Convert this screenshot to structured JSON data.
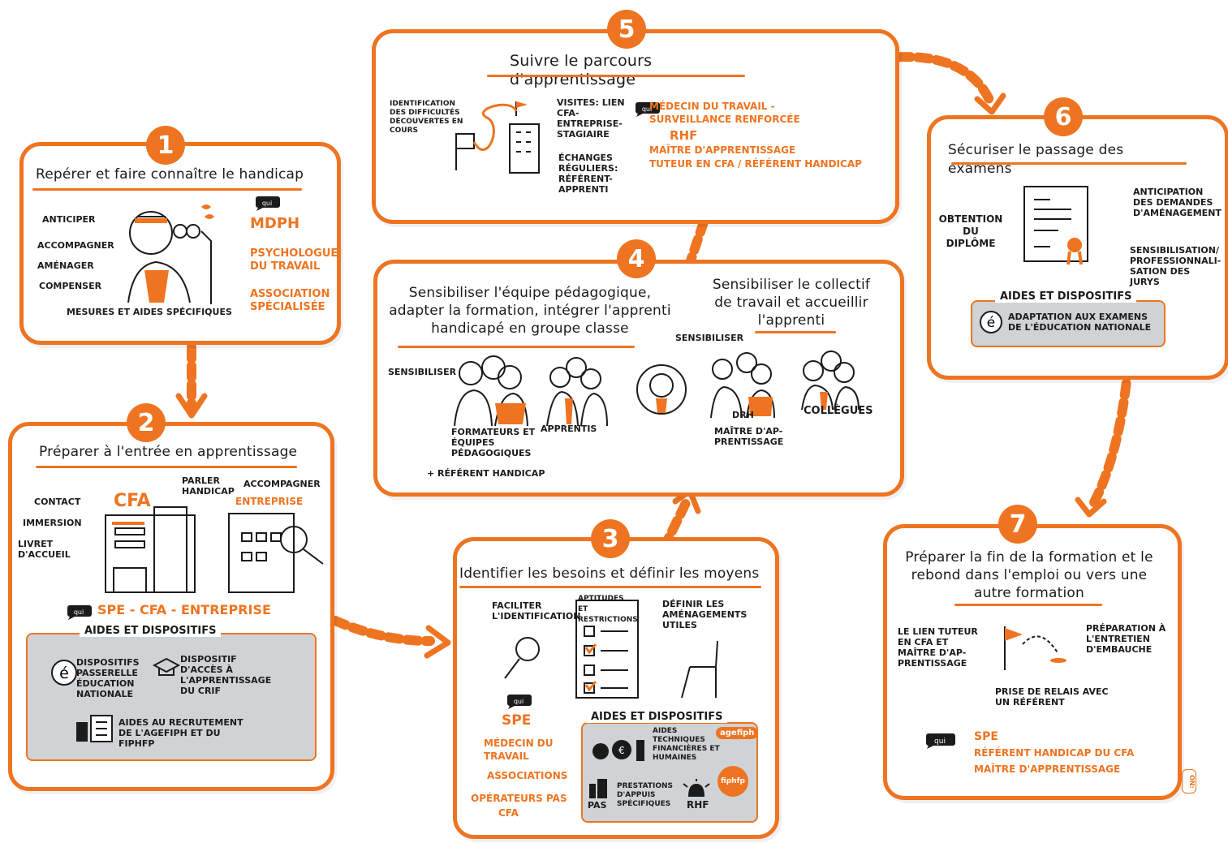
{
  "colors": {
    "accent": "#ee7421",
    "gray": "#cfd3d6",
    "ink": "#1b1b1b"
  },
  "steps": [
    {
      "num": "1",
      "title": "Repérer et faire connaître le handicap",
      "left": [
        "ANTICIPER",
        "ACCOMPAGNER",
        "AMÉNAGER",
        "COMPENSER",
        "MESURES et AIDES SPÉCIFIQUES"
      ],
      "actors": [
        "MDPH",
        "PSYCHOLOGUE DU TRAVAIL",
        "Association SPÉCIALISÉE"
      ]
    },
    {
      "num": "2",
      "title": "Préparer à l'entrée en apprentissage",
      "cfa": "CFA",
      "entreprise": "ENTREPRISE",
      "parler": "PARLER HANDICAP",
      "accompagner": "ACCOMPAGNER",
      "left": [
        "CONTACT",
        "IMMERSION",
        "LIVRET D'ACCUEIL"
      ],
      "actor": "SPE - CFA - ENTREPRISE",
      "aides_title": "AIDES et DISPOSITIFS",
      "aides": [
        "DISPOSITIFS PASSERELLE ÉDUCATION NATIONALE",
        "DISPOSITIF D'ACCÈS À L'APPRENTISSAGE DU CRIF",
        "AIDES AU RECRUTEMENT DE L'AGEFIPH et du FIPHFP"
      ]
    },
    {
      "num": "3",
      "title": "Identifier les besoins et définir les moyens",
      "faciliter": "FACILITER L'IDENTIFICATION",
      "aptitudes": "APTITUDES et RESTRICTIONS",
      "definir": "DÉFINIR LES AMÉNAGEMENTS UTILES",
      "actors": [
        "SPE",
        "MÉDECIN DU TRAVAIL",
        "ASSOCIATIONS",
        "OPÉRATEURS PAS",
        "CFA"
      ],
      "aides_title": "AIDES ET DISPOSITIFS",
      "aides1": "AIDES TECHNIQUES FINANCIÈRES et HUMAINES",
      "agefiph": "agefiph",
      "pas": "PAS",
      "prestations": "PRESTATIONS D'APPUIS SPÉCIFIQUES",
      "rhf": "RHF",
      "fiphfp": "fiphfp"
    },
    {
      "num": "4",
      "title_left": "Sensibiliser l'équipe pédagogique, adapter la formation, intégrer l'apprenti handicapé en groupe classe",
      "title_right": "Sensibiliser le collectif de travail et accueillir l'apprenti",
      "sensibiliser": "SENSIBILISER",
      "formateurs": "FORMATEURS et ÉQUIPES PÉDAGOGIQUES",
      "referent": "+ RÉFÉRENT HANDICAP",
      "apprentis": "APPRENTIS",
      "drh": "DRH",
      "maitre": "MAÎTRE D'AP-PRENTISSAGE",
      "collegues": "COLLÈGUES"
    },
    {
      "num": "5",
      "title": "Suivre le parcours d'apprentissage",
      "identification": "IDENTIFICATION DES DIFFICULTÉS DÉCOUVERTES EN COURS",
      "visites": "VISITES: LIEN CFA-ENTREPRISE-STAGIAIRE",
      "echanges": "ÉCHANGES RÉGULIERS: RÉFÉRENT-APPRENTI",
      "actors": [
        "MÉDECIN DU TRAVAIL - SURVEILLANCE RENFORCÉE",
        "RHF",
        "MAÎTRE D'APPRENTISSAGE",
        "TUTEUR EN CFA / RÉFÉRENT HANDICAP"
      ]
    },
    {
      "num": "6",
      "title": "Sécuriser le passage des examens",
      "obtention": "OBTENTION DU DIPLÔME",
      "anticipation": "ANTICIPATION DES DEMANDES D'AMÉNAGEMENT",
      "sensibilisation": "SENSIBILISATION/ PROFESSIONNALI-SATION DES JURYS",
      "aides_title": "AIDES ET DISPOSITIFS",
      "aides": "ADAPTATION AUX EXAMENS DE L'ÉDUCATION NATIONALE"
    },
    {
      "num": "7",
      "title": "Préparer la fin de la formation et le rebond dans l'emploi ou vers une autre formation",
      "lien": "LE LIEN TUTEUR EN CFA ET MAÎTRE D'AP-PRENTISSAGE",
      "preparation": "PRÉPARATION À L'ENTRETIEN D'EMBAUCHE",
      "prise": "PRISE DE RELAIS AVEC UN RÉFÉRENT",
      "actors": [
        "SPE",
        "RÉFÉRENT HANDICAP DU CFA",
        "MAÎTRE D'APPRENTISSAGE"
      ]
    }
  ],
  "bubble_text": "qui",
  "signature": "ON:"
}
